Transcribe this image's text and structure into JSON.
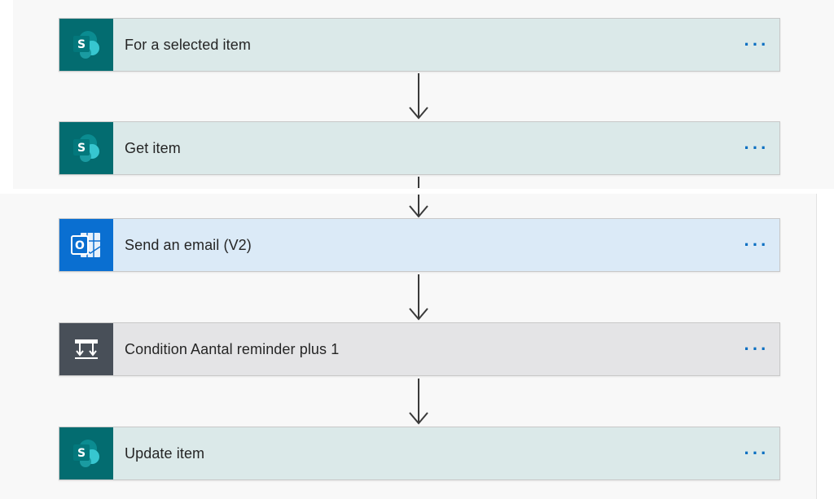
{
  "flow": {
    "steps": [
      {
        "id": "step1",
        "title": "For a selected item",
        "icon": "sharepoint-icon",
        "more": "···"
      },
      {
        "id": "step2",
        "title": "Get item",
        "icon": "sharepoint-icon",
        "more": "···"
      },
      {
        "id": "step3",
        "title": "Send an email (V2)",
        "icon": "outlook-icon",
        "more": "···"
      },
      {
        "id": "step4",
        "title": "Condition Aantal reminder plus 1",
        "icon": "condition-icon",
        "more": "···"
      },
      {
        "id": "step5",
        "title": "Update item",
        "icon": "sharepoint-icon",
        "more": "···"
      }
    ]
  },
  "colors": {
    "sharepoint_icon_bg": "#036c70",
    "sharepoint_card_bg": "#dbe9e9",
    "outlook_icon_bg": "#0a6fd1",
    "outlook_card_bg": "#dbeaf7",
    "condition_icon_bg": "#484f58",
    "condition_card_bg": "#e4e4e6",
    "more_dots": "#0a6fc2"
  }
}
